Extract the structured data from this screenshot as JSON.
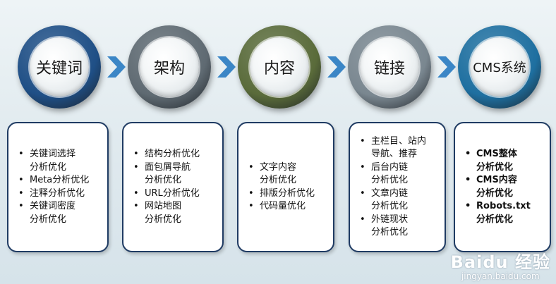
{
  "stages": [
    {
      "label": "关键词",
      "ring": "#1f4f86"
    },
    {
      "label": "架构",
      "ring": "#5f6a72"
    },
    {
      "label": "内容",
      "ring": "#5a6b3a"
    },
    {
      "label": "链接",
      "ring": "#7a8790"
    },
    {
      "label": "CMS系统",
      "ring": "#1e6fa0"
    }
  ],
  "arrow_color": "#3b86c6",
  "cards": [
    {
      "items": [
        {
          "line1": "关键词选择",
          "line2": "分析优化"
        },
        {
          "line1": "Meta分析优化",
          "line2": ""
        },
        {
          "line1": "注释分析优化",
          "line2": ""
        },
        {
          "line1": "关键词密度",
          "line2": "分析优化"
        }
      ]
    },
    {
      "items": [
        {
          "line1": "结构分析优化",
          "line2": ""
        },
        {
          "line1": "面包屑导航",
          "line2": "分析优化"
        },
        {
          "line1": "URL分析优化",
          "line2": ""
        },
        {
          "line1": "网站地图",
          "line2": "分析优化"
        }
      ]
    },
    {
      "items": [
        {
          "line1": "文字内容",
          "line2": "分析优化"
        },
        {
          "line1": "排版分析优化",
          "line2": ""
        },
        {
          "line1": "代码量优化",
          "line2": ""
        }
      ]
    },
    {
      "items": [
        {
          "line1": "主栏目、站内",
          "line2": "导航、推荐"
        },
        {
          "line1": "后台内链",
          "line2": "分析优化"
        },
        {
          "line1": "文章内链",
          "line2": "分析优化"
        },
        {
          "line1": "外链现状",
          "line2": "分析优化"
        }
      ]
    },
    {
      "items": [
        {
          "line1": "CMS整体",
          "line2": "分析优化"
        },
        {
          "line1": "CMS内容",
          "line2": "分析优化"
        },
        {
          "line1": "Robots.txt",
          "line2": "分析优化"
        }
      ]
    }
  ],
  "watermark": {
    "brand": "Baidu 经验",
    "url": "jingyan.baidu.com"
  }
}
